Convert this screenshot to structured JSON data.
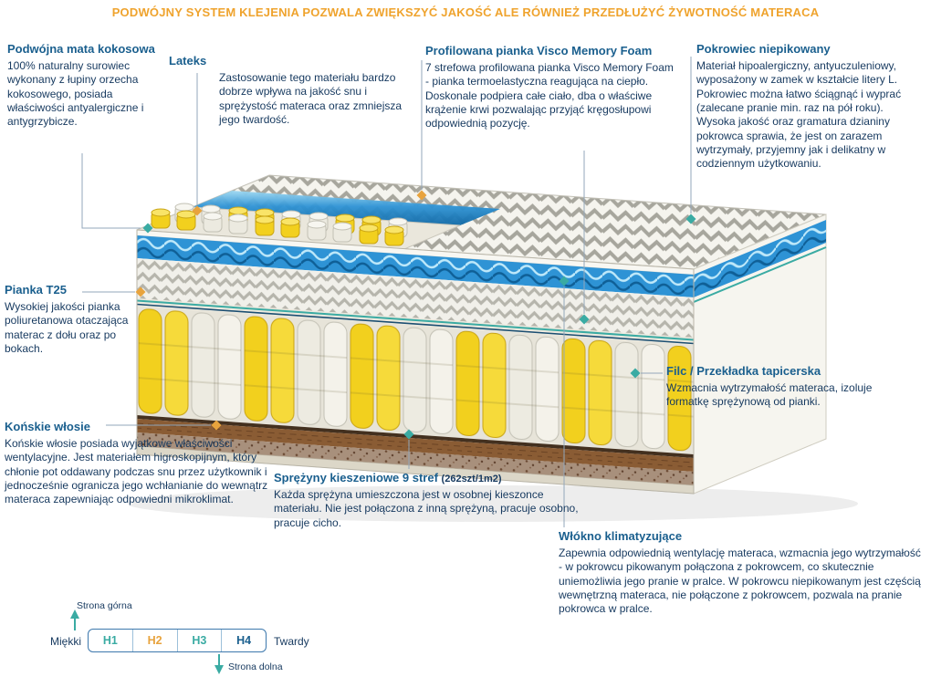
{
  "banner": {
    "text": "PODWÓJNY SYSTEM KLEJENIA POZWALA ZWIĘKSZYĆ JAKOŚĆ ALE RÓWNIEŻ PRZEDŁUŻYĆ ŻYWOTNOŚĆ MATERACA"
  },
  "annotations": {
    "coconut": {
      "title": "Podwójna mata kokosowa",
      "body": "100% naturalny surowiec wykonany z łupiny orzecha kokosowego, posiada właściwości antyalergiczne i antygrzybicze."
    },
    "latex": {
      "title": "Lateks",
      "body": "Zastosowanie tego materiału bardzo dobrze wpływa na jakość snu i sprężystość materaca oraz zmniejsza jego twardość."
    },
    "visco": {
      "title": "Profilowana pianka Visco Memory Foam",
      "body": "7 strefowa profilowana pianka Visco Memory Foam - pianka termoelastyczna reagująca na ciepło. Doskonale podpiera całe ciało, dba o właściwe krążenie krwi pozwalając przyjąć kręgosłupowi odpowiednią pozycję."
    },
    "cover": {
      "title": "Pokrowiec niepikowany",
      "body": "Materiał hipoalergiczny, antyuczuleniowy, wyposażony w zamek w kształcie litery L. Pokrowiec można łatwo ściągnąć i wyprać (zalecane pranie min. raz na pół roku). Wysoka jakość oraz gramatura dzianiny pokrowca sprawia, że jest on zarazem wytrzymały, przyjemny jak i delikatny w codziennym użytkowaniu."
    },
    "foam": {
      "title": "Pianka T25",
      "body": "Wysokiej jakości pianka poliuretanowa otaczająca materac z dołu oraz po bokach."
    },
    "horsehair": {
      "title": "Końskie włosie",
      "body": "Końskie włosie posiada wyjątkowe właściwości wentylacyjne. Jest materiałem higroskopijnym, który chłonie pot oddawany podczas snu przez użytkownik i jednocześnie ogranicza jego wchłanianie do wewnątrz materaca zapewniając odpowiedni mikroklimat."
    },
    "springs": {
      "title": "Sprężyny kieszeniowe 9 stref",
      "count": "(262szt/1m2)",
      "body": "Każda sprężyna umieszczona jest w osobnej kieszonce materiału. Nie jest połączona z inną sprężyną, pracuje osobno, pracuje cicho."
    },
    "felt": {
      "title": "Filc / Przekładka tapicerska",
      "body": "Wzmacnia wytrzymałość materaca, izoluje formatkę sprężynową od pianki."
    },
    "fiber": {
      "title": "Włókno klimatyzujące",
      "body": "Zapewnia odpowiednią wentylację materaca, wzmacnia jego wytrzymałość - w pokrowcu pikowanym połączona z pokrowcem, co skutecznie uniemożliwia jego pranie w pralce. W pokrowcu niepikowanym jest częścią wewnętrzną materaca, nie połączone z pokrowcem, pozwala na pranie pokrowca w pralce."
    }
  },
  "hardness": {
    "top_label": "Strona górna",
    "bottom_label": "Strona dolna",
    "soft_label": "Miękki",
    "hard_label": "Twardy",
    "levels": [
      "H1",
      "H2",
      "H3",
      "H4"
    ],
    "selected": "H2"
  },
  "colors": {
    "banner_orange": "#efa32d",
    "heading_blue": "#1a5f8e",
    "body_navy": "#16395f",
    "accent_teal": "#3aaba3",
    "accent_orange": "#e8a33d",
    "spring_yellow": "#f2d01e",
    "wave_blue": "#2e93d5"
  }
}
